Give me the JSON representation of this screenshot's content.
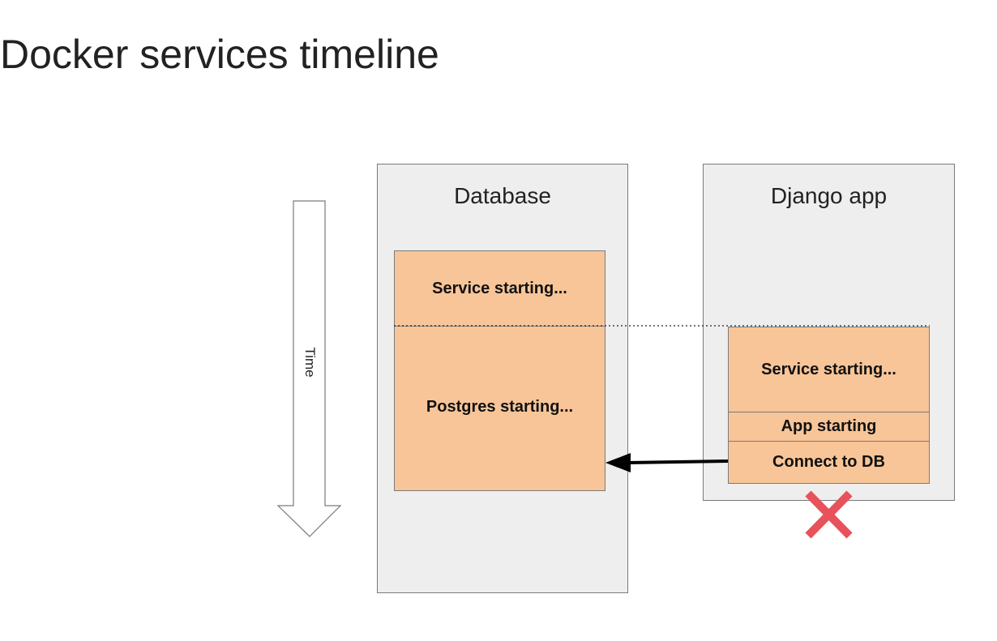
{
  "title": "Docker services timeline",
  "time_axis": {
    "label": "Time"
  },
  "lanes": {
    "database": {
      "title": "Database",
      "blocks": [
        "Service starting...",
        "Postgres starting..."
      ]
    },
    "django": {
      "title": "Django app",
      "blocks": [
        "Service starting...",
        "App starting",
        "Connect to DB"
      ]
    }
  },
  "colors": {
    "lane_fill": "#eeeeee",
    "block_fill": "#f8c598",
    "border": "#7a7a7a",
    "arrow": "#000000",
    "failure_mark": "#e8525a"
  },
  "icons": {
    "time_arrow": "arrow-down-icon",
    "connection_arrow": "arrow-left-icon",
    "failure": "red-x-icon"
  }
}
